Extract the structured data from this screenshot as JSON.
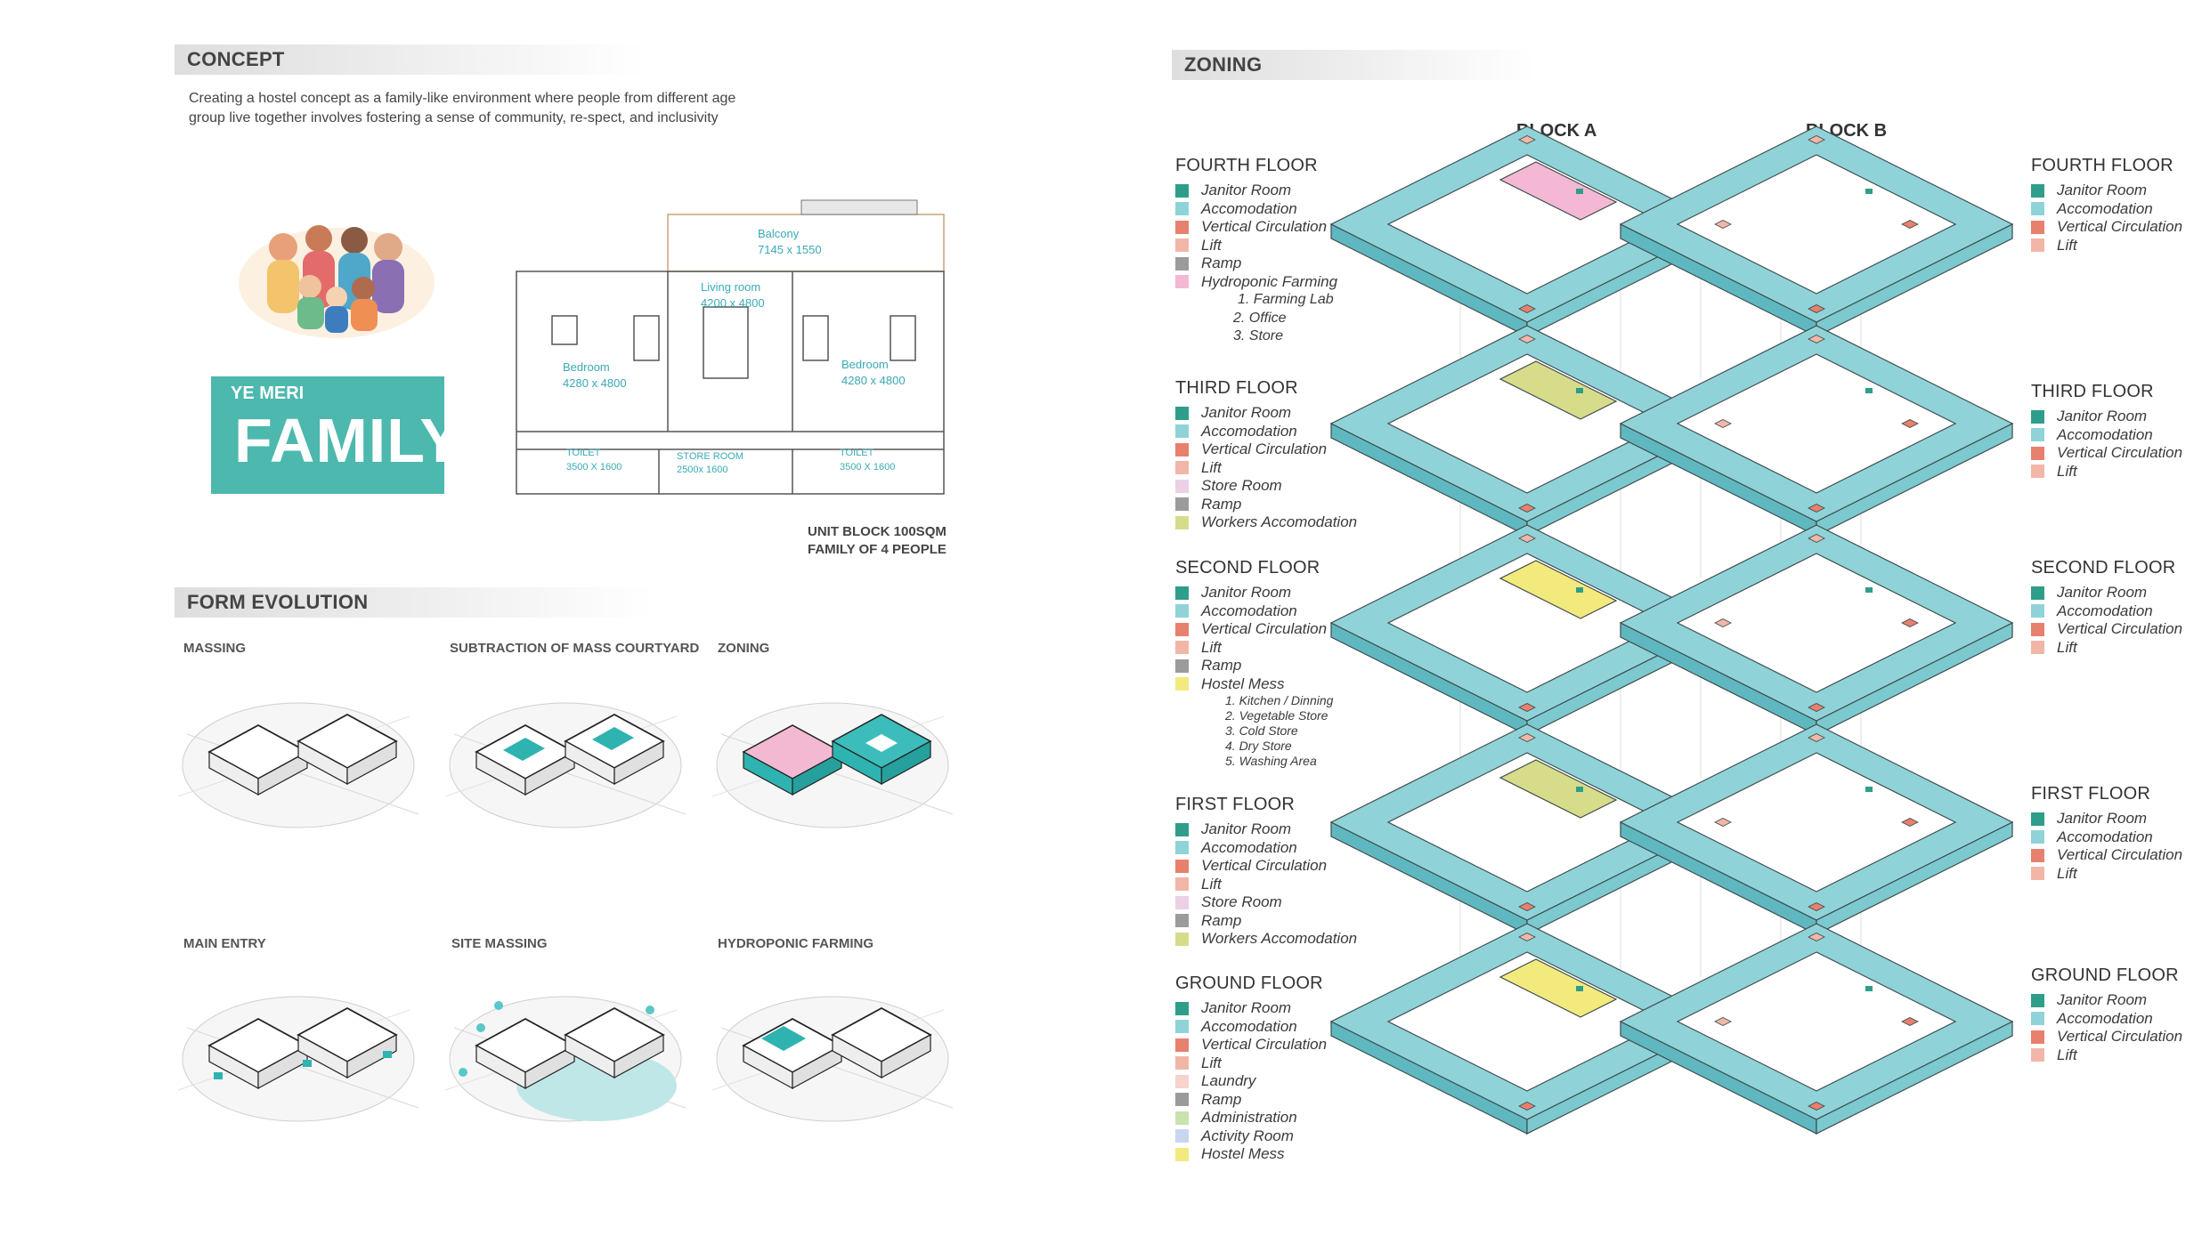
{
  "concept": {
    "header": "CONCEPT",
    "text": "Creating a hostel concept as a family-like environment where people from different age group live together involves fostering a sense of community, re-spect, and inclusivity",
    "family_card_tag": "YE MERI",
    "family_card_word": "FAMILY",
    "rooms": {
      "balcony": "Balcony",
      "balcony_dim": "7145 x 1550",
      "living": "Living room",
      "living_dim": "4200 x 4800",
      "bedroom": "Bedroom",
      "bedroom_dim": "4280 x 4800",
      "toilet": "TOILET",
      "toilet_dim": "3500 X 1600",
      "store": "STORE ROOM",
      "store_dim": "2500x 1600"
    },
    "unit_caption_line1": "UNIT BLOCK 100SQM",
    "unit_caption_line2": "FAMILY OF 4 PEOPLE"
  },
  "form_evolution": {
    "header": "FORM EVOLUTION",
    "steps": [
      "MASSING",
      "SUBTRACTION OF MASS COURTYARD",
      "ZONING",
      "MAIN ENTRY",
      "SITE MASSING",
      "HYDROPONIC FARMING"
    ]
  },
  "zoning": {
    "header": "ZONING",
    "block_a": "BLOCK A",
    "block_b": "BLOCK B",
    "colors": {
      "janitor": "#2e9e8a",
      "accomodation": "#8fd3d9",
      "vertical": "#e8806e",
      "lift": "#f2b6a9",
      "ramp": "#9b9b9b",
      "hydroponic": "#f4b8d4",
      "store": "#ecd0e6",
      "workers": "#d7dc8a",
      "mess": "#f3ea7e",
      "laundry": "#f6d3cc",
      "administration": "#c9e2b0",
      "activity": "#c9d6f0"
    },
    "left": [
      {
        "title": "FOURTH FLOOR",
        "items": [
          {
            "label": "Janitor Room",
            "color": "#2e9e8a"
          },
          {
            "label": "Accomodation",
            "color": "#8fd3d9"
          },
          {
            "label": "Vertical Circulation",
            "color": "#e8806e"
          },
          {
            "label": "Lift",
            "color": "#f2b6a9"
          },
          {
            "label": "Ramp",
            "color": "#9b9b9b"
          },
          {
            "label": "Hydroponic Farming",
            "color": "#f4b8d4"
          }
        ],
        "subs": [
          "1. Farming Lab",
          "2. Office",
          "3. Store"
        ]
      },
      {
        "title": "THIRD FLOOR",
        "items": [
          {
            "label": "Janitor Room",
            "color": "#2e9e8a"
          },
          {
            "label": "Accomodation",
            "color": "#8fd3d9"
          },
          {
            "label": "Vertical Circulation",
            "color": "#e8806e"
          },
          {
            "label": "Lift",
            "color": "#f2b6a9"
          },
          {
            "label": "Store Room",
            "color": "#ecd0e6"
          },
          {
            "label": "Ramp",
            "color": "#9b9b9b"
          },
          {
            "label": "Workers Accomodation",
            "color": "#d7dc8a"
          }
        ],
        "subs": []
      },
      {
        "title": "SECOND FLOOR",
        "items": [
          {
            "label": "Janitor Room",
            "color": "#2e9e8a"
          },
          {
            "label": "Accomodation",
            "color": "#8fd3d9"
          },
          {
            "label": "Vertical Circulation",
            "color": "#e8806e"
          },
          {
            "label": "Lift",
            "color": "#f2b6a9"
          },
          {
            "label": "Ramp",
            "color": "#9b9b9b"
          },
          {
            "label": "Hostel Mess",
            "color": "#f3ea7e"
          }
        ],
        "subs": [
          "1. Kitchen / Dinning",
          "2. Vegetable Store",
          "3. Cold Store",
          "4. Dry Store",
          "5. Washing Area"
        ]
      },
      {
        "title": "FIRST FLOOR",
        "items": [
          {
            "label": "Janitor Room",
            "color": "#2e9e8a"
          },
          {
            "label": "Accomodation",
            "color": "#8fd3d9"
          },
          {
            "label": "Vertical Circulation",
            "color": "#e8806e"
          },
          {
            "label": "Lift",
            "color": "#f2b6a9"
          },
          {
            "label": "Store Room",
            "color": "#ecd0e6"
          },
          {
            "label": "Ramp",
            "color": "#9b9b9b"
          },
          {
            "label": "Workers Accomodation",
            "color": "#d7dc8a"
          }
        ],
        "subs": []
      },
      {
        "title": "GROUND FLOOR",
        "items": [
          {
            "label": "Janitor Room",
            "color": "#2e9e8a"
          },
          {
            "label": "Accomodation",
            "color": "#8fd3d9"
          },
          {
            "label": "Vertical Circulation",
            "color": "#e8806e"
          },
          {
            "label": "Lift",
            "color": "#f2b6a9"
          },
          {
            "label": "Laundry",
            "color": "#f6d3cc"
          },
          {
            "label": "Ramp",
            "color": "#9b9b9b"
          },
          {
            "label": "Administration",
            "color": "#c9e2b0"
          },
          {
            "label": "Activity Room",
            "color": "#c9d6f0"
          },
          {
            "label": "Hostel Mess",
            "color": "#f3ea7e"
          }
        ],
        "subs": []
      }
    ],
    "right": [
      {
        "title": "FOURTH FLOOR"
      },
      {
        "title": "THIRD FLOOR"
      },
      {
        "title": "SECOND FLOOR"
      },
      {
        "title": "FIRST FLOOR"
      },
      {
        "title": "GROUND FLOOR"
      }
    ],
    "right_items": [
      {
        "label": "Janitor Room",
        "color": "#2e9e8a"
      },
      {
        "label": "Accomodation",
        "color": "#8fd3d9"
      },
      {
        "label": "Vertical Circulation",
        "color": "#e8806e"
      },
      {
        "label": "Lift",
        "color": "#f2b6a9"
      }
    ]
  }
}
